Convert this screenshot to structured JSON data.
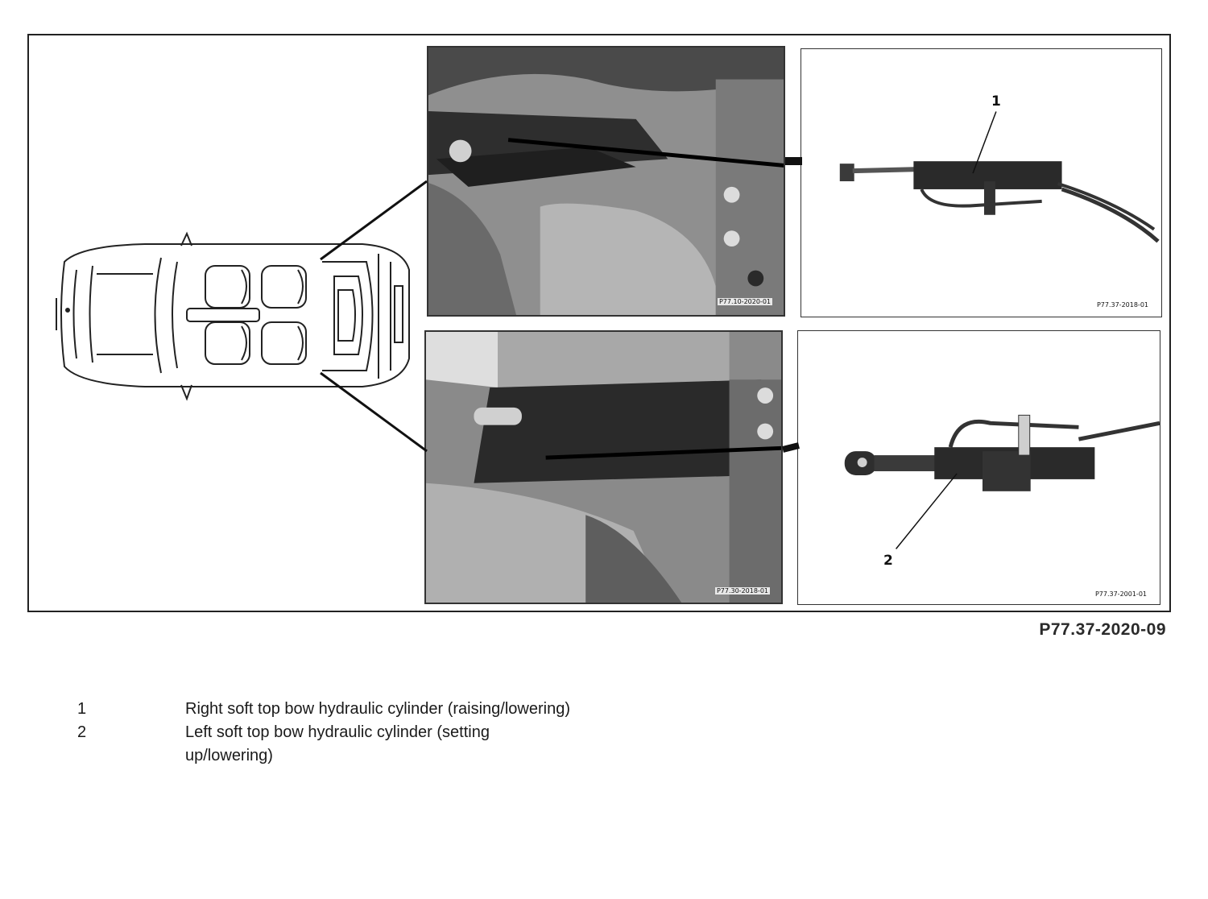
{
  "figure": {
    "figure_id": "P77.37-2020-09",
    "image_codes": {
      "photo_top": "P77.10-2020-01",
      "detail_top": "P77.37-2018-01",
      "photo_bottom": "P77.30-2018-01",
      "detail_bottom": "P77.37-2001-01"
    },
    "callouts": {
      "top": "1",
      "bottom": "2"
    }
  },
  "legend": [
    {
      "number": "1",
      "text": "Right soft top bow hydraulic cylinder (raising/lowering)"
    },
    {
      "number": "2",
      "text": "Left soft top bow hydraulic cylinder (setting up/lowering)"
    }
  ]
}
